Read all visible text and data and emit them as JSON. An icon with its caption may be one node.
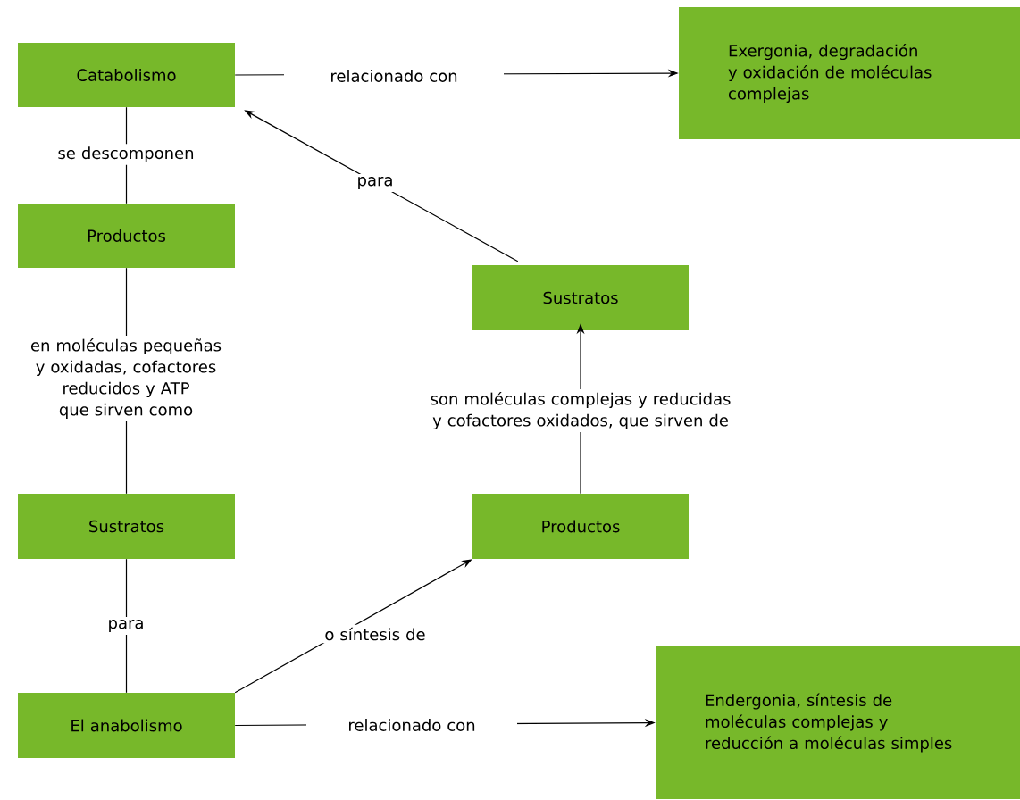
{
  "diagram": {
    "nodes": [
      {
        "text": [
          "Catabolismo"
        ]
      },
      {
        "text": [
          "Exergonia, degradación y oxidación de moléculas complejas"
        ]
      },
      {
        "text": [
          "Productos"
        ]
      },
      {
        "text": [
          "Sustratos"
        ]
      },
      {
        "text": [
          "Sustratos"
        ]
      },
      {
        "text": [
          "Productos"
        ]
      },
      {
        "text": [
          "El anabolismo"
        ]
      },
      {
        "text": [
          "Endergonia, síntesis de moléculas complejas y reducción a moléculas simples"
        ]
      }
    ],
    "edges": [
      {
        "from": 0,
        "to": 1,
        "arrow": "to",
        "label": "relacionado con"
      },
      {
        "from": 0,
        "to": 2,
        "arrow": "none",
        "label": "se descomponen"
      },
      {
        "from": 2,
        "to": 4,
        "arrow": "none",
        "label": "en moléculas pequeñas y oxidadas, cofactores reducidos y ATP que sirven como"
      },
      {
        "from": 4,
        "to": 6,
        "arrow": "none",
        "label": "para"
      },
      {
        "from": 6,
        "to": 5,
        "arrow": "to",
        "label": "o síntesis de"
      },
      {
        "from": 5,
        "to": 3,
        "arrow": "to",
        "label": "son moléculas complejas y reducidas y cofactores oxidados, que sirven de"
      },
      {
        "from": 3,
        "to": 0,
        "arrow": "to",
        "label": "para"
      },
      {
        "from": 6,
        "to": 7,
        "arrow": "to",
        "label": "relacionado con"
      }
    ]
  }
}
